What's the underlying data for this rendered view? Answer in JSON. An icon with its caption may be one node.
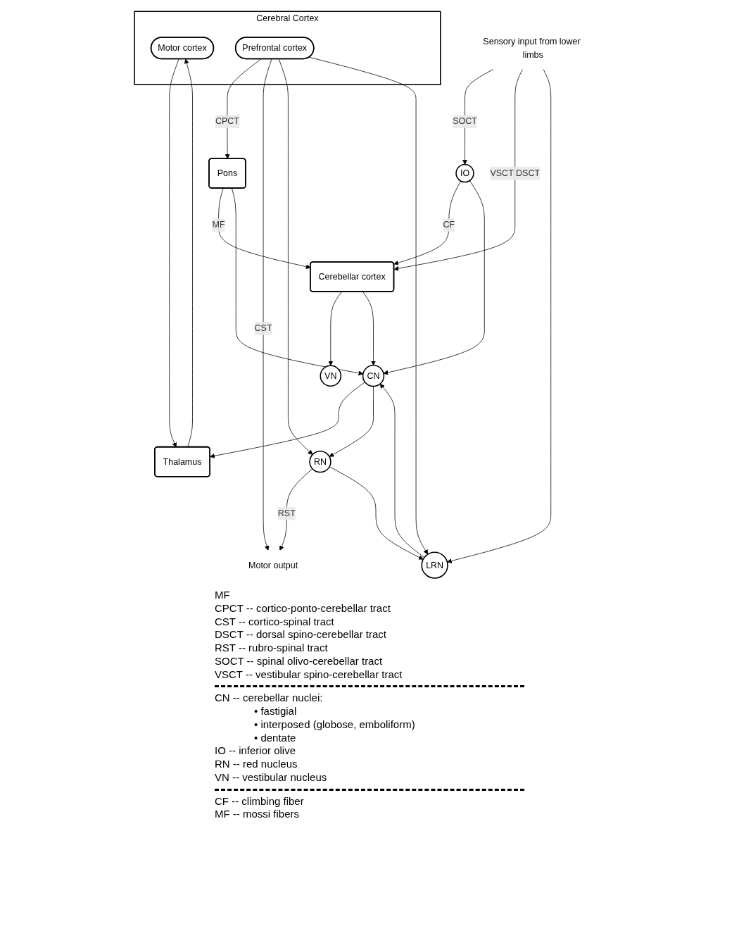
{
  "diagram": {
    "nodes": [
      {
        "text": [
          "Cerebral Cortex"
        ]
      },
      {
        "text": [
          "Motor cortex"
        ],
        "in": 0
      },
      {
        "text": [
          "Prefrontal cortex"
        ],
        "in": 0
      },
      {
        "text": [
          "Thalamus"
        ]
      },
      {
        "text": [
          "VN"
        ]
      },
      {
        "text": [
          "Pons"
        ]
      },
      {
        "text": [
          "Cerebellar cortex"
        ]
      },
      {
        "text": [
          "CN"
        ]
      },
      {
        "text": [
          "RN"
        ]
      },
      {
        "text": [
          "IO"
        ]
      },
      {
        "text": [
          "LRN"
        ]
      },
      {
        "text": [
          "Motor output"
        ]
      },
      {
        "text": [
          "Sensory input from lower limbs"
        ]
      }
    ],
    "edges": [
      {
        "from": 1,
        "to": 3,
        "arrow": "to"
      },
      {
        "from": 3,
        "to": 1,
        "arrow": "to"
      },
      {
        "from": 2,
        "to": 5,
        "arrow": "to",
        "label": "CPCT"
      },
      {
        "from": 2,
        "to": 11,
        "arrow": "to",
        "label": "CST"
      },
      {
        "from": 2,
        "to": 8,
        "arrow": "to"
      },
      {
        "from": 2,
        "to": 10,
        "arrow": "to"
      },
      {
        "from": 5,
        "to": 6,
        "arrow": "to",
        "label": "MF"
      },
      {
        "from": 5,
        "to": 7,
        "arrow": "to"
      },
      {
        "from": 7,
        "to": 3,
        "arrow": "to"
      },
      {
        "from": 6,
        "to": 4,
        "arrow": "to"
      },
      {
        "from": 6,
        "to": 7,
        "arrow": "to"
      },
      {
        "from": 7,
        "to": 8,
        "arrow": "to"
      },
      {
        "from": 8,
        "to": 11,
        "arrow": "to",
        "label": "RST"
      },
      {
        "from": 8,
        "to": 10,
        "arrow": "to"
      },
      {
        "from": 9,
        "to": 6,
        "arrow": "to",
        "label": "CF"
      },
      {
        "from": 9,
        "to": 7,
        "arrow": "to"
      },
      {
        "from": 12,
        "to": 9,
        "arrow": "to",
        "label": "SOCT"
      },
      {
        "from": 12,
        "to": 6,
        "arrow": "to",
        "label": "VSCT DSCT"
      },
      {
        "from": 12,
        "to": 10,
        "arrow": "to"
      },
      {
        "from": 10,
        "to": 7,
        "arrow": "to"
      }
    ],
    "labels": [
      "MF",
      "CPCT -- cortico-ponto-cerebellar tract",
      "CST -- cortico-spinal tract",
      "DSCT -- dorsal spino-cerebellar tract",
      "RST -- rubro-spinal tract",
      "SOCT -- spinal olivo-cerebellar tract",
      "VSCT -- vestibular spino-cerebellar tract",
      "CN -- cerebellar nuclei:",
      "• fastigial",
      "• interposed (globose, emboliform)",
      "• dentate",
      "IO -- inferior olive",
      "RN -- red nucleus",
      "VN -- vestibular nucleus",
      "CF -- climbing fiber",
      "MF -- mossi fibers"
    ]
  }
}
